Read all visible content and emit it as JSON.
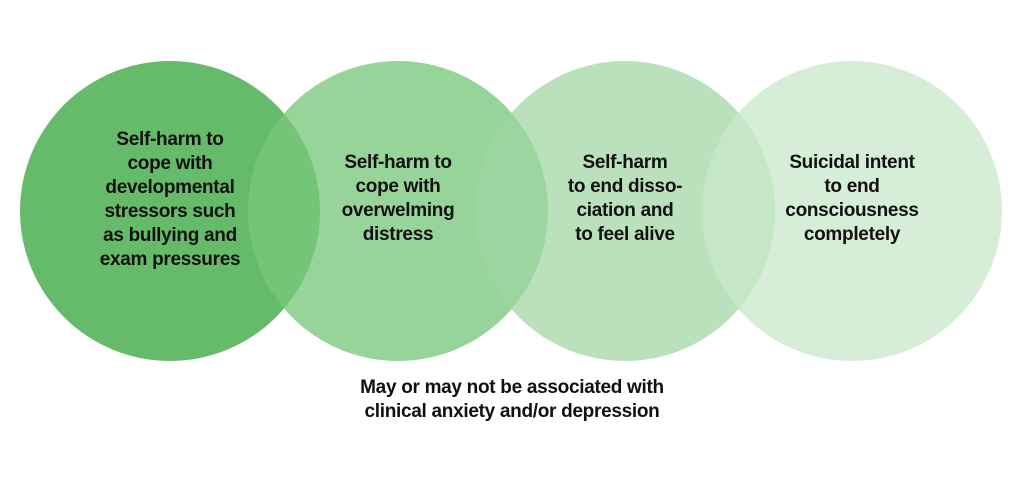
{
  "diagram": {
    "type": "overlapping-circles-continuum",
    "colors": {
      "circle_1": "#66bb6a",
      "circle_2": "#8fcf92",
      "circle_3": "#b2dfb4",
      "circle_4": "#d7eed8",
      "text": "#111111",
      "background": "#ffffff"
    },
    "circles": [
      {
        "label": "Self-harm to\ncope with\ndevelopmental\nstressors such\nas bullying and\nexam pressures"
      },
      {
        "label": "Self-harm to\ncope with\noverwelming\ndistress"
      },
      {
        "label": "Self-harm\nto end disso-\nciation and\nto feel alive"
      },
      {
        "label": "Suicidal intent\nto end\nconsciousness\ncompletely"
      }
    ],
    "caption": "May or may not be associated with\nclinical anxiety and/or depression"
  }
}
